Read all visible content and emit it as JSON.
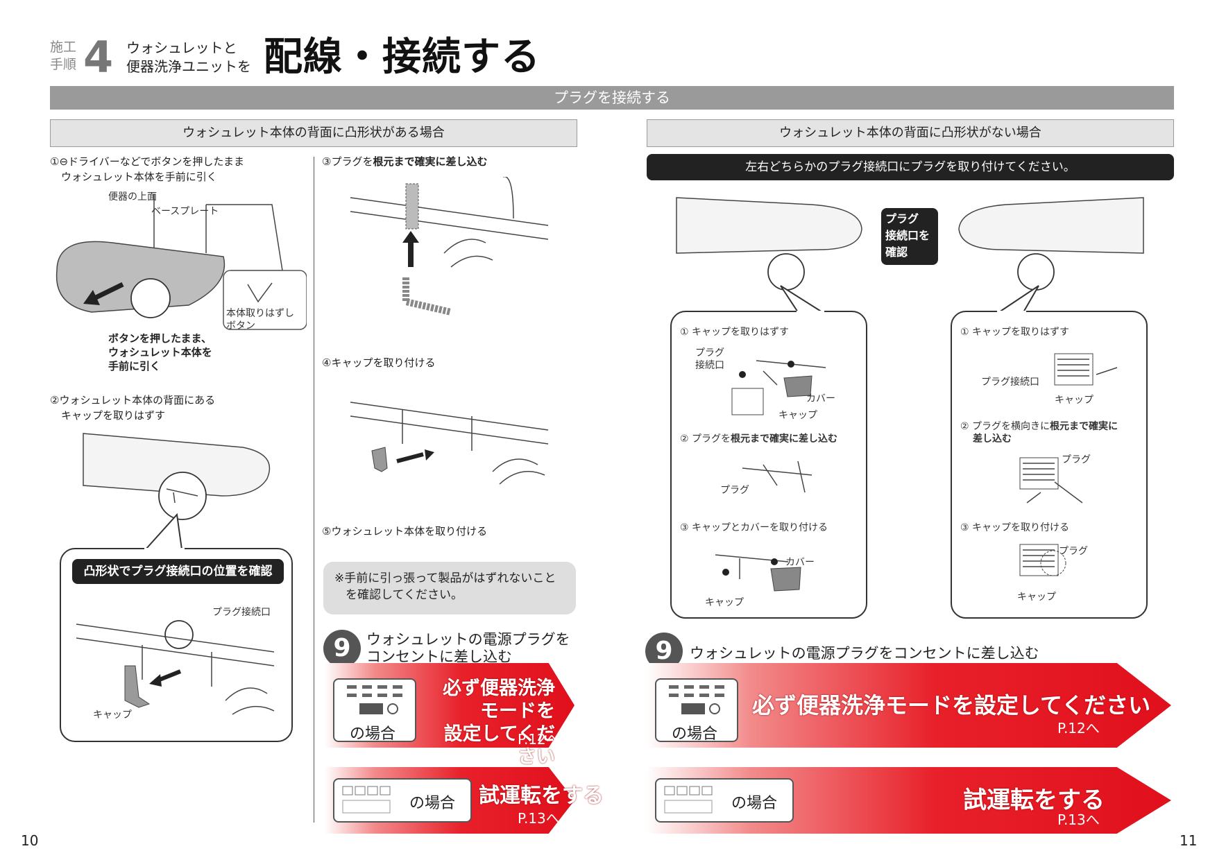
{
  "header": {
    "step_label_1": "施工",
    "step_label_2": "手順",
    "step_number": "4",
    "subtitle_1": "ウォシュレットと",
    "subtitle_2": "便器洗浄ユニットを",
    "title": "配線・接続する",
    "bar": "プラグを接続する"
  },
  "left": {
    "section_title": "ウォシュレット本体の背面に凸形状がある場合",
    "step1_line1": "①⊖ドライバーなどでボタンを押したまま",
    "step1_line2": "ウォシュレット本体を手前に引く",
    "label_bowl_top": "便器の上面",
    "label_baseplate": "ベースプレート",
    "label_release_1": "本体取りはずし",
    "label_release_2": "ボタン",
    "caption1_1": "ボタンを押したまま、",
    "caption1_2": "ウォシュレット本体を",
    "caption1_3": "手前に引く",
    "step2_line1": "②ウォシュレット本体の背面にある",
    "step2_line2": "キャップを取りはずす",
    "confirm_label": "凸形状でプラグ接続口の位置を確認",
    "label_plug_port": "プラグ接続口",
    "label_cap": "キャップ",
    "step3_prefix": "③プラグを",
    "step3_bold": "根元まで確実に差し込む",
    "step4": "④キャップを取り付ける",
    "step5": "⑤ウォシュレット本体を取り付ける",
    "note_1": "※手前に引っ張って製品がはずれないこと",
    "note_2": "を確認してください。",
    "step9_num": "9",
    "step9_1": "ウォシュレットの電源プラグを",
    "step9_2": "コンセントに差し込む",
    "arrow1_text_1": "必ず便器洗浄モードを",
    "arrow1_text_2": "設定してください",
    "arrow1_ref": "P.12へ",
    "no_basho": "の場合",
    "arrow2_text": "試運転をする",
    "arrow2_ref": "P.13へ"
  },
  "right": {
    "section_title": "ウォシュレット本体の背面に凸形状がない場合",
    "banner": "左右どちらかのプラグ接続口にプラグを取り付けてください。",
    "confirm_1": "プラグ",
    "confirm_2": "接続口を",
    "confirm_3": "確認",
    "lb_step1": "① キャップを取りはずす",
    "lb_plug_port_1": "プラグ",
    "lb_plug_port_2": "接続口",
    "lb_cover": "カバー",
    "lb_cap": "キャップ",
    "lb_step2_prefix": "② プラグを",
    "lb_step2_bold": "根元まで確実に差し込む",
    "lb_plug": "プラグ",
    "lb_step3": "③ キャップとカバーを取り付ける",
    "lb_cover2": "カバー",
    "lb_cap2": "キャップ",
    "rb_step1": "① キャップを取りはずす",
    "rb_plug_port": "プラグ接続口",
    "rb_cap": "キャップ",
    "rb_step2_prefix": "② プラグを横向きに",
    "rb_step2_bold_1": "根元まで確実に",
    "rb_step2_bold_2": "差し込む",
    "rb_plug": "プラグ",
    "rb_step3": "③ キャップを取り付ける",
    "rb_plug2": "プラグ",
    "rb_cap2": "キャップ",
    "step9_num": "9",
    "step9": "ウォシュレットの電源プラグをコンセントに差し込む",
    "arrow1_text": "必ず便器洗浄モードを設定してください",
    "arrow1_ref": "P.12へ",
    "no_basho": "の場合",
    "arrow2_text": "試運転をする",
    "arrow2_ref": "P.13へ"
  },
  "pages": {
    "left": "10",
    "right": "11"
  }
}
